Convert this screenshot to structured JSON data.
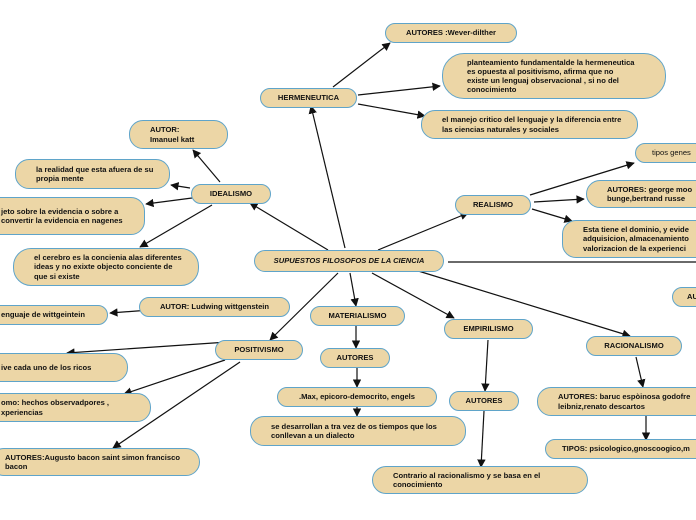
{
  "nodes": {
    "central": "SUPUESTOS FILOSOFOS DE LA CIENCIA",
    "hermeneutica": "HERMENEUTICA",
    "herm_autores": "AUTORES  :Wever-dilther",
    "herm_planteamiento": "planteamiento fundamentalde la hermeneutica es opuesta al positivismo, afirma que no existe un lenguaj observacional , si no del conocimiento",
    "herm_manejo": "el manejo critico del lenguaje y la diferencia entre las ciencias naturales y sociales",
    "idealismo": "IDEALISMO",
    "ideal_autor": "AUTOR:\nImanuel katt",
    "ideal_realidad": "la realidad que esta afuera de su propia mente",
    "ideal_objeto": "jeto sobre la evidencia o sobre a convertir la evidencia  en nagenes",
    "ideal_cerebro": "el cerebro es la concienia alas diferentes ideas y no exixte objecto conciente de que si existe",
    "realismo": "REALISMO",
    "real_tipos": "tipos  genes",
    "real_autores": "AUTORES: george moo bunge,bertrand  russe",
    "real_dominio": "Esta tiene el dominio, y evide adquisicion, almacenamiento valorizacion de la experienci",
    "positivismo": "POSITIVISMO",
    "pos_autor": "AUTOR: Ludwing wittgenstein",
    "pos_lenguaje": "enguaje de wittgeintein",
    "pos_vive": "ive cada uno de los ricos",
    "pos_omo": "omo: hechos observadpores , xperiencias",
    "pos_autores": "AUTORES:Augusto bacon saint simon francisco bacon",
    "materialismo": "MATERIALISMO",
    "mat_autores": "AUTORES",
    "mat_nombres": ".Max, epicoro-democrito, engels",
    "mat_desarrollan": "se desarrollan a tra vez de os tiempos que los conllevan a un dialecto",
    "empirismo": "EMPIRILISMO",
    "emp_autores": "AUTORES",
    "emp_contrario": "Contrario al racionalismo y se basa en el conocimiento",
    "racionalismo": "RACIONALISMO",
    "rac_autores": "AUTORES: baruc espòinosa godofre leibniz,renato descartos",
    "rac_tipos": "TIPOS: psicologico,gnoscoogico,m",
    "aut_edge": "AU"
  },
  "colors": {
    "node_fill": "#ecd6a6",
    "node_border": "#5fa4c9",
    "line": "#111111"
  }
}
